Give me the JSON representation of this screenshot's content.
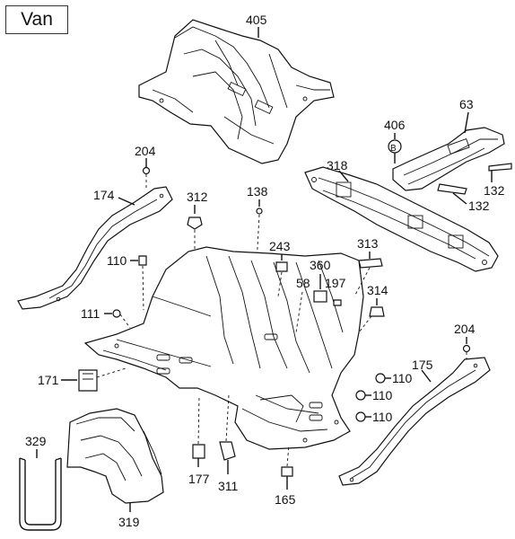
{
  "vehicle_label": "Van",
  "callouts": {
    "p405": "405",
    "p406": "406",
    "p406_badge": "B",
    "p63": "63",
    "p318": "318",
    "p132a": "132",
    "p132b": "132",
    "p204a": "204",
    "p204b": "204",
    "p174": "174",
    "p312": "312",
    "p138": "138",
    "p313": "313",
    "p243": "243",
    "p360": "360",
    "p197": "197",
    "p58": "58",
    "p110a": "110",
    "p110b": "110",
    "p110c": "110",
    "p110d": "110",
    "p111": "111",
    "p314": "314",
    "p175": "175",
    "p171": "171",
    "p329": "329",
    "p319": "319",
    "p177": "177",
    "p311": "311",
    "p165": "165"
  }
}
